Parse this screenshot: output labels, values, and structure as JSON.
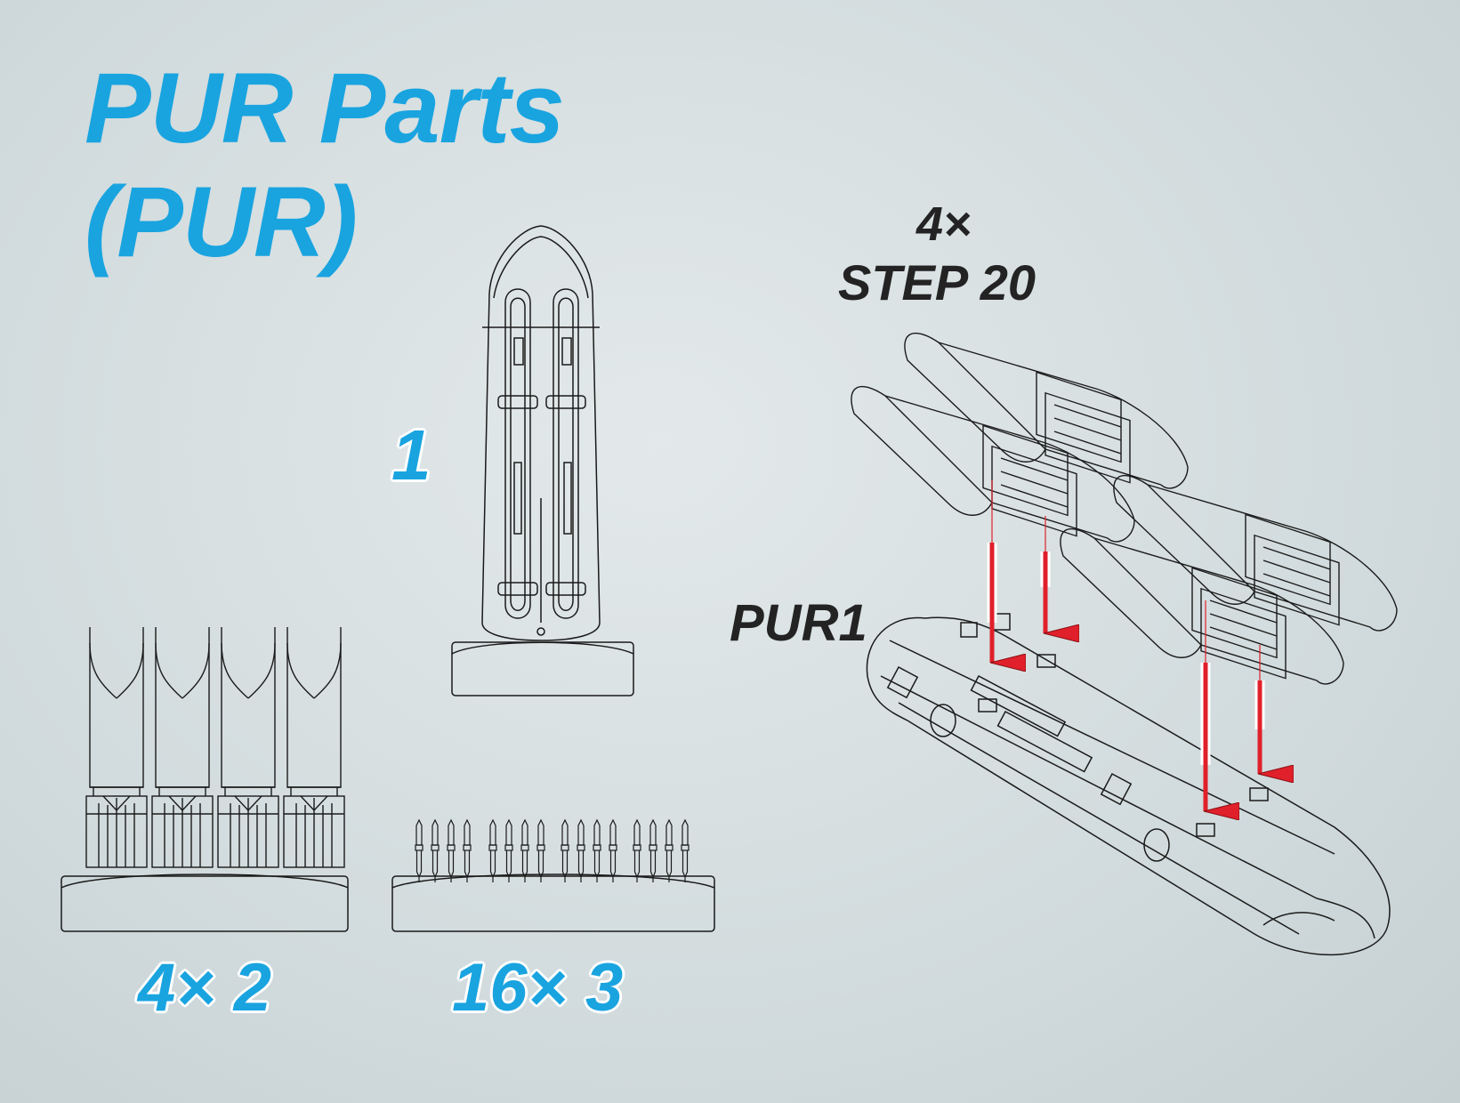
{
  "title": {
    "line1": "PUR Parts",
    "line2": "(PUR)"
  },
  "labels": {
    "part1": "1",
    "part2": "4× 2",
    "part3": "16× 3",
    "step_count": "4×",
    "step_ref": "STEP 20",
    "assembly": "PUR1"
  },
  "colors": {
    "title_blue": "#19a4e0",
    "label_dark": "#232323",
    "arrow_red": "#e0202a",
    "line_art": "#1a1a1a"
  }
}
